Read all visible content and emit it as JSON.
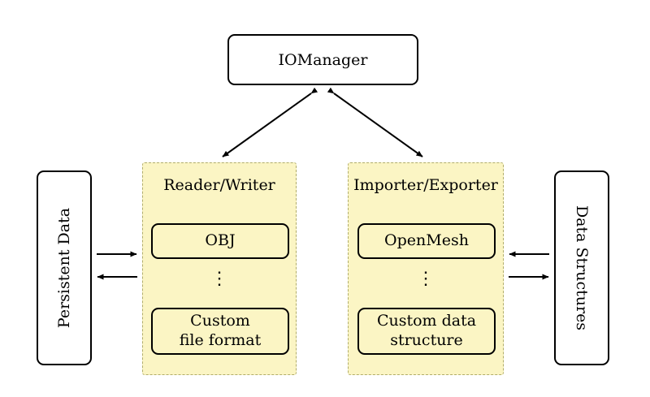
{
  "diagram": {
    "io_manager": "IOManager",
    "persistent_data": "Persistent Data",
    "data_structures": "Data Structures",
    "reader_writer": {
      "title": "Reader/Writer",
      "item1": "OBJ",
      "dots": "⋮",
      "item2": "Custom\nfile format"
    },
    "importer_exporter": {
      "title": "Importer/Exporter",
      "item1": "OpenMesh",
      "dots": "⋮",
      "item2": "Custom data\nstructure"
    },
    "colors": {
      "group_fill": "#fbf5c4",
      "group_border": "#b1ad6a",
      "node_border": "#000000",
      "node_fill": "#ffffff",
      "arrow": "#000000"
    }
  }
}
